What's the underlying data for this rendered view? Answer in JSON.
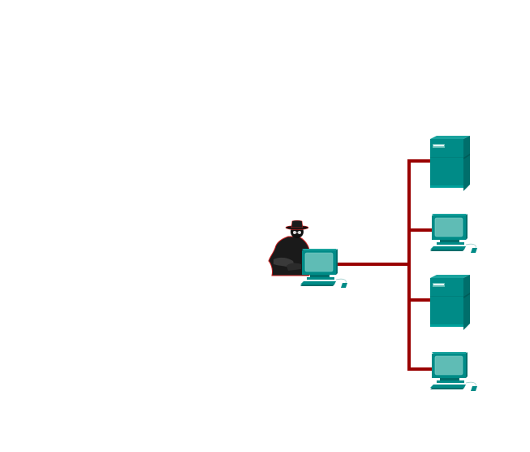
{
  "diagram": {
    "type": "network-topology",
    "colors": {
      "link": "#990000",
      "device_front": "#008b87",
      "device_side": "#006e6b",
      "device_top": "#1aa39e",
      "screen": "#5fbcb5",
      "attacker_body": "#1a1a1a",
      "attacker_outline": "#cc2222",
      "background": "#ffffff"
    },
    "nodes": [
      {
        "id": "attacker",
        "kind": "hacker-figure",
        "icon": "hacker-icon"
      },
      {
        "id": "attacker-pc",
        "kind": "workstation",
        "icon": "pc-icon"
      },
      {
        "id": "server-1",
        "kind": "server",
        "icon": "server-icon"
      },
      {
        "id": "pc-1",
        "kind": "workstation",
        "icon": "pc-icon"
      },
      {
        "id": "server-2",
        "kind": "server",
        "icon": "server-icon"
      },
      {
        "id": "pc-2",
        "kind": "workstation",
        "icon": "pc-icon"
      }
    ],
    "links": [
      {
        "from": "attacker-pc",
        "to": "bus"
      },
      {
        "from": "bus",
        "to": "server-1"
      },
      {
        "from": "bus",
        "to": "pc-1"
      },
      {
        "from": "bus",
        "to": "server-2"
      },
      {
        "from": "bus",
        "to": "pc-2"
      }
    ]
  }
}
